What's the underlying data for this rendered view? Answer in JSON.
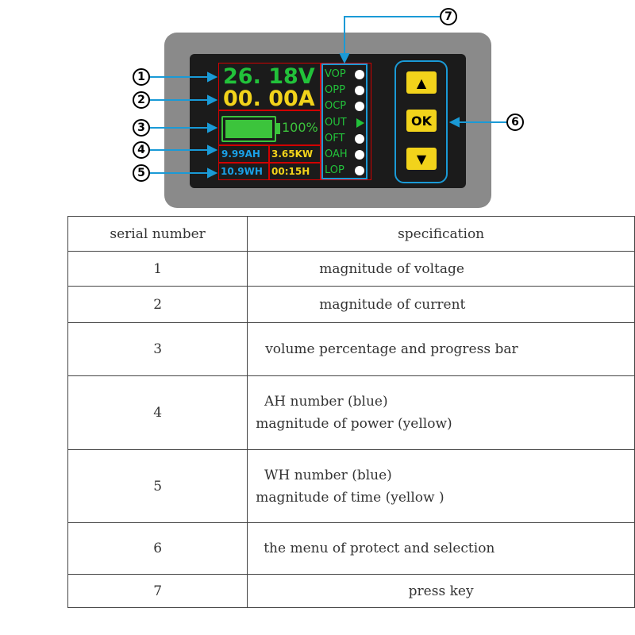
{
  "device": {
    "voltage": "26. 18V",
    "current": "00. 00A",
    "capacity_percent_label": "100%",
    "capacity_percent": 100,
    "ah": "9.99AH",
    "power": "3.65KW",
    "wh": "10.9WH",
    "time": "00:15H",
    "protections": [
      {
        "label": "VOP",
        "indicator": "dot"
      },
      {
        "label": "OPP",
        "indicator": "dot"
      },
      {
        "label": "OCP",
        "indicator": "dot"
      },
      {
        "label": "OUT",
        "indicator": "arrow"
      },
      {
        "label": "OFT",
        "indicator": "dot"
      },
      {
        "label": "OAH",
        "indicator": "dot"
      },
      {
        "label": "LOP",
        "indicator": "dot"
      }
    ],
    "keys": {
      "up": "▲",
      "ok": "OK",
      "down": "▼"
    },
    "callouts": [
      "1",
      "2",
      "3",
      "4",
      "5",
      "6",
      "7"
    ],
    "colors": {
      "green": "#22c23a",
      "yellow": "#f2d31b",
      "blue": "#1aa0e6",
      "red_box": "#d10000",
      "bezel": "#8a8a8a",
      "screen": "#1b1b1b"
    }
  },
  "table": {
    "headers": [
      "serial number",
      "specification"
    ],
    "rows": [
      {
        "serial": "1",
        "spec": [
          "magnitude of voltage"
        ]
      },
      {
        "serial": "2",
        "spec": [
          "magnitude of current"
        ]
      },
      {
        "serial": "3",
        "spec": [
          "volume percentage and progress bar"
        ]
      },
      {
        "serial": "4",
        "spec": [
          "  AH number (blue)",
          "magnitude of power (yellow)"
        ]
      },
      {
        "serial": "5",
        "spec": [
          "  WH number (blue)",
          "magnitude of time (yellow )"
        ]
      },
      {
        "serial": "6",
        "spec": [
          "the menu of protect and selection"
        ]
      },
      {
        "serial": "7",
        "spec": [
          "press key"
        ]
      }
    ]
  }
}
